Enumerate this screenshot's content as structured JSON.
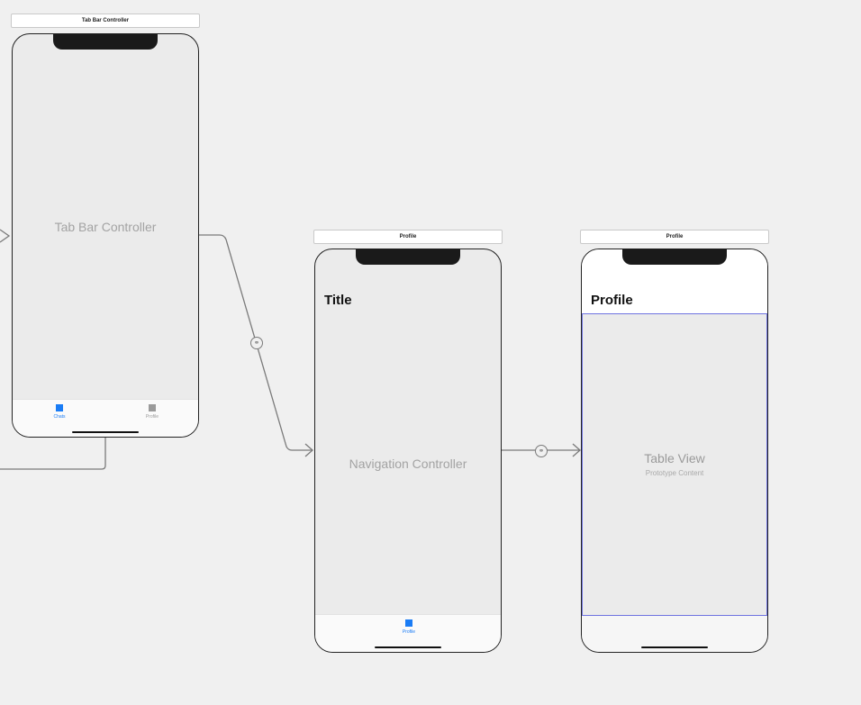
{
  "scenes": {
    "tab_bar_controller": {
      "label": "Tab Bar Controller",
      "center_text": "Tab Bar Controller",
      "tabs": [
        {
          "label": "Chats",
          "color": "#1a7cf5",
          "selected": true
        },
        {
          "label": "Profile",
          "color": "#9a9a9a",
          "selected": false
        }
      ]
    },
    "navigation_controller": {
      "label": "Profile",
      "nav_title": "Title",
      "center_text": "Navigation Controller",
      "tab": {
        "label": "Profile",
        "color": "#1a7cf5"
      }
    },
    "profile": {
      "label": "Profile",
      "nav_title": "Profile",
      "table_title": "Table View",
      "table_subtitle": "Prototype Content"
    }
  },
  "colors": {
    "canvas_bg": "#f0f0f0",
    "accent": "#1a7cf5",
    "selection_border": "#6f74e0",
    "segue_line": "#7a7a7a"
  },
  "icons": {
    "segue": "segue-icon",
    "tab": "tab-square-icon"
  }
}
